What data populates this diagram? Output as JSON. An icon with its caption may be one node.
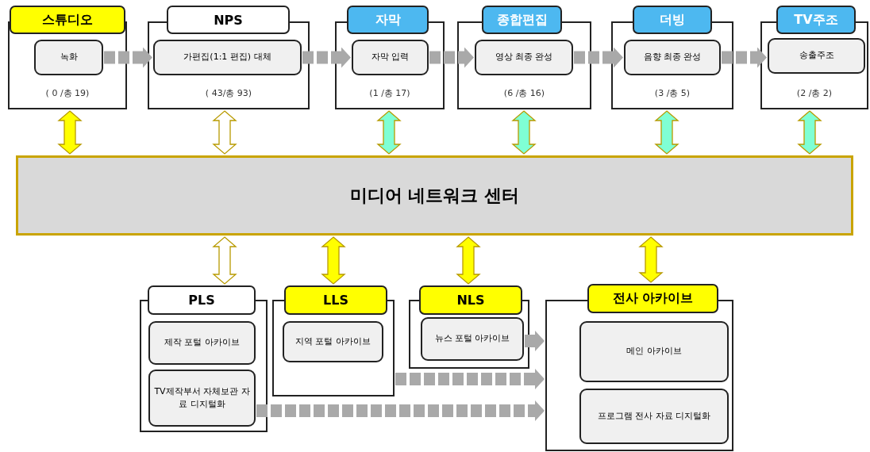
{
  "diagram": {
    "nodes": [
      {
        "text": [
          "스튜디오",
          "( 0 /총 19)"
        ]
      },
      {
        "text": [
          "녹화"
        ],
        "in": 0
      },
      {
        "text": [
          "NPS",
          "( 43/총 93)"
        ]
      },
      {
        "text": [
          "가편집(1:1 편집) 대체"
        ],
        "in": 2
      },
      {
        "text": [
          "자막",
          "(1 /총 17)"
        ]
      },
      {
        "text": [
          "자막 입력"
        ],
        "in": 4
      },
      {
        "text": [
          "종합편집",
          "(6 /총 16)"
        ]
      },
      {
        "text": [
          "영상 최종 완성"
        ],
        "in": 6
      },
      {
        "text": [
          "더빙",
          "(3 /총 5)"
        ]
      },
      {
        "text": [
          "음향 최종 완성"
        ],
        "in": 8
      },
      {
        "text": [
          "TV주조",
          "(2 /총 2)"
        ]
      },
      {
        "text": [
          "송출주조"
        ],
        "in": 10
      },
      {
        "text": [
          "미디어 네트워크 센터"
        ]
      },
      {
        "text": [
          "PLS"
        ]
      },
      {
        "text": [
          "제작 포털 아카이브"
        ],
        "in": 13
      },
      {
        "text": [
          "TV제작부서 자체보관 자료 디지털화"
        ],
        "in": 13
      },
      {
        "text": [
          "LLS"
        ]
      },
      {
        "text": [
          "지역 포털 아카이브"
        ],
        "in": 16
      },
      {
        "text": [
          "NLS"
        ]
      },
      {
        "text": [
          "뉴스 포털 아카이브"
        ],
        "in": 18
      },
      {
        "text": [
          "전사 아카이브"
        ]
      },
      {
        "text": [
          "메인 아카이브"
        ],
        "in": 20
      },
      {
        "text": [
          "프로그램 전사 자료 디지털화"
        ],
        "in": 20
      }
    ],
    "edges": [
      {
        "from": 1,
        "to": 3,
        "arrow": "to"
      },
      {
        "from": 3,
        "to": 5,
        "arrow": "to"
      },
      {
        "from": 5,
        "to": 7,
        "arrow": "to"
      },
      {
        "from": 7,
        "to": 9,
        "arrow": "to"
      },
      {
        "from": 9,
        "to": 11,
        "arrow": "to"
      },
      {
        "from": 0,
        "to": 12,
        "arrow": "both",
        "color": "#ffff00"
      },
      {
        "from": 2,
        "to": 12,
        "arrow": "both",
        "color": "#ffffff"
      },
      {
        "from": 4,
        "to": 12,
        "arrow": "both",
        "color": "#7fffd4"
      },
      {
        "from": 6,
        "to": 12,
        "arrow": "both",
        "color": "#7fffd4"
      },
      {
        "from": 8,
        "to": 12,
        "arrow": "both",
        "color": "#7fffd4"
      },
      {
        "from": 10,
        "to": 12,
        "arrow": "both",
        "color": "#7fffd4"
      },
      {
        "from": 12,
        "to": 13,
        "arrow": "both",
        "color": "#ffffff"
      },
      {
        "from": 12,
        "to": 16,
        "arrow": "both",
        "color": "#ffff00"
      },
      {
        "from": 12,
        "to": 18,
        "arrow": "both",
        "color": "#ffff00"
      },
      {
        "from": 12,
        "to": 20,
        "arrow": "both",
        "color": "#ffff00"
      },
      {
        "from": 19,
        "to": 20,
        "arrow": "to"
      },
      {
        "from": 16,
        "to": 20,
        "arrow": "to"
      },
      {
        "from": 15,
        "to": 20,
        "arrow": "to"
      }
    ]
  }
}
